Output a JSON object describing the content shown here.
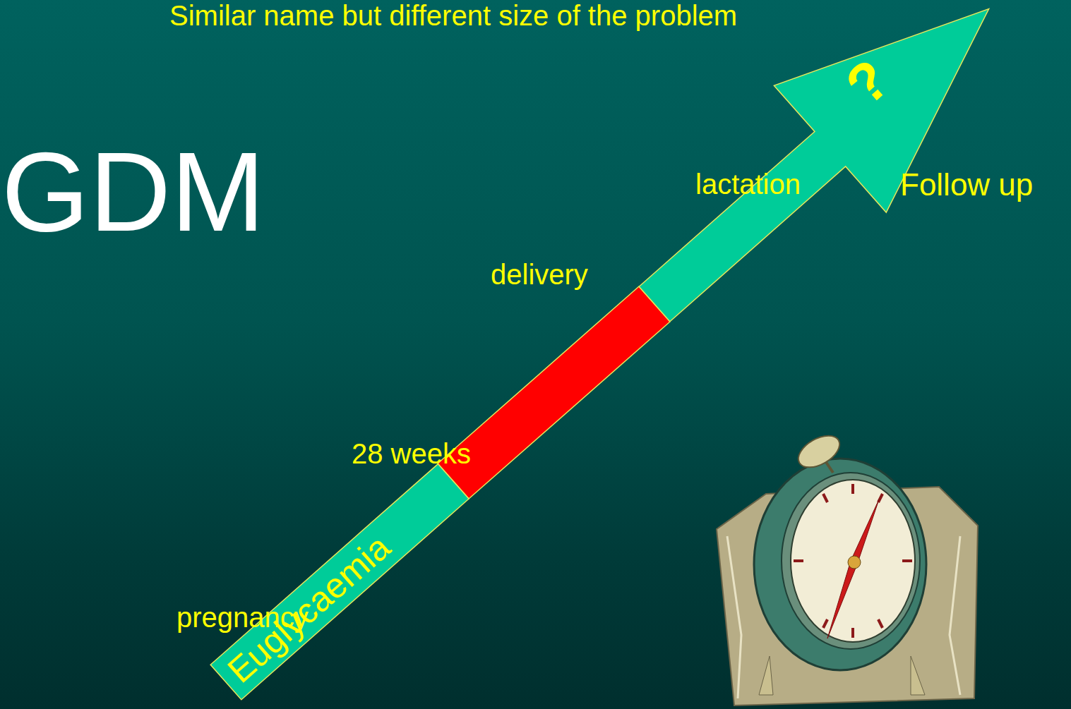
{
  "diagram": {
    "title": "Similar name but different size of the problem",
    "nodes": [
      {
        "text": [
          "Euglycaemia"
        ]
      },
      {
        "text": [
          "?"
        ]
      }
    ],
    "labels": [
      "GDM",
      "28 weeks",
      "delivery",
      "lactation",
      "Follow up",
      "pregnancy"
    ]
  }
}
